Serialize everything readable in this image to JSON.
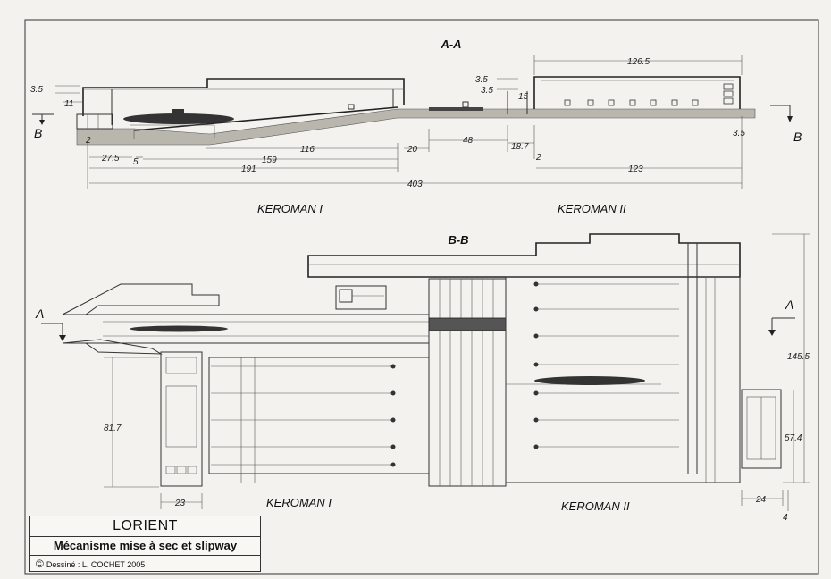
{
  "views": {
    "top": {
      "title": "A-A",
      "marker_left": "B",
      "marker_right": "B",
      "label_left": "KEROMAN I",
      "label_right": "KEROMAN II",
      "dims": {
        "d3_5_left": "3.5",
        "d11": "11",
        "d2_left": "2",
        "d27_5": "27.5",
        "d5": "5",
        "d116": "116",
        "d159": "159",
        "d191": "191",
        "d20": "20",
        "d48": "48",
        "d18_7": "18.7",
        "d2_mid": "2",
        "d3_5_a": "3.5",
        "d3_5_b": "3.5",
        "d15": "15",
        "d126_5": "126.5",
        "d3_5_right": "3.5",
        "d123": "123",
        "d403": "403"
      }
    },
    "bottom": {
      "title": "B-B",
      "marker_left": "A",
      "marker_right": "A",
      "label_left": "KEROMAN I",
      "label_right": "KEROMAN II",
      "dims": {
        "d81_7": "81.7",
        "d23": "23",
        "d145_5": "145.5",
        "d57_4": "57.4",
        "d24": "24",
        "d4": "4"
      }
    }
  },
  "title_block": {
    "title": "LORIENT",
    "subtitle": "Mécanisme mise à sec et slipway",
    "copyright_icon": "copyright-icon",
    "credit": "Dessiné : L. COCHET 2005"
  }
}
